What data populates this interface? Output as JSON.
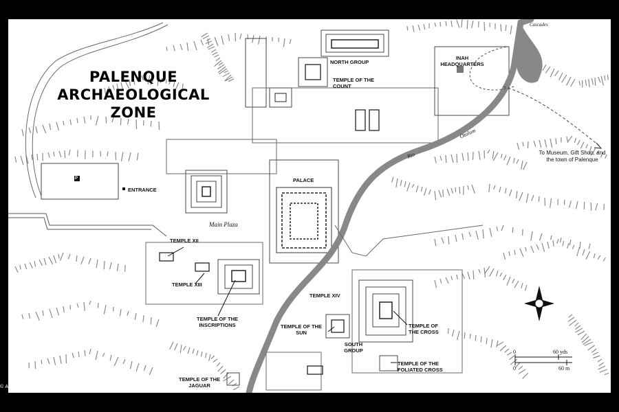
{
  "map": {
    "title": "PALENQUE ARCHAEOLOGICAL ZONE",
    "credit": "© AVALON TRAVEL",
    "labels": {
      "north_group": "NORTH GROUP",
      "temple_count": "TEMPLE OF THE COUNT",
      "inah": "INAH HEADQUARTERS",
      "cascades": "Cascades",
      "palace": "PALACE",
      "entrance": "ENTRANCE",
      "parking": "P",
      "main_plaza": "Main Plaza",
      "temple_xii": "TEMPLE XII",
      "temple_xiii": "TEMPLE XIII",
      "temple_inscriptions": "TEMPLE OF THE INSCRIPTIONS",
      "temple_xiv": "TEMPLE XIV",
      "temple_sun": "TEMPLE OF THE SUN",
      "south_group": "SOUTH GROUP",
      "temple_cross": "TEMPLE OF THE CROSS",
      "temple_foliated": "TEMPLE OF THE FOLIATED CROSS",
      "temple_jaguar": "TEMPLE OF THE JAGUAR",
      "rio": "Rio",
      "otolum": "Otolum",
      "museum": "To Museum, Gift Shop, and the town of Palenque"
    },
    "scale": {
      "yds": "60 yds",
      "m": "60 m",
      "zero": "0"
    },
    "compass_icon": "compass-rose-icon"
  }
}
